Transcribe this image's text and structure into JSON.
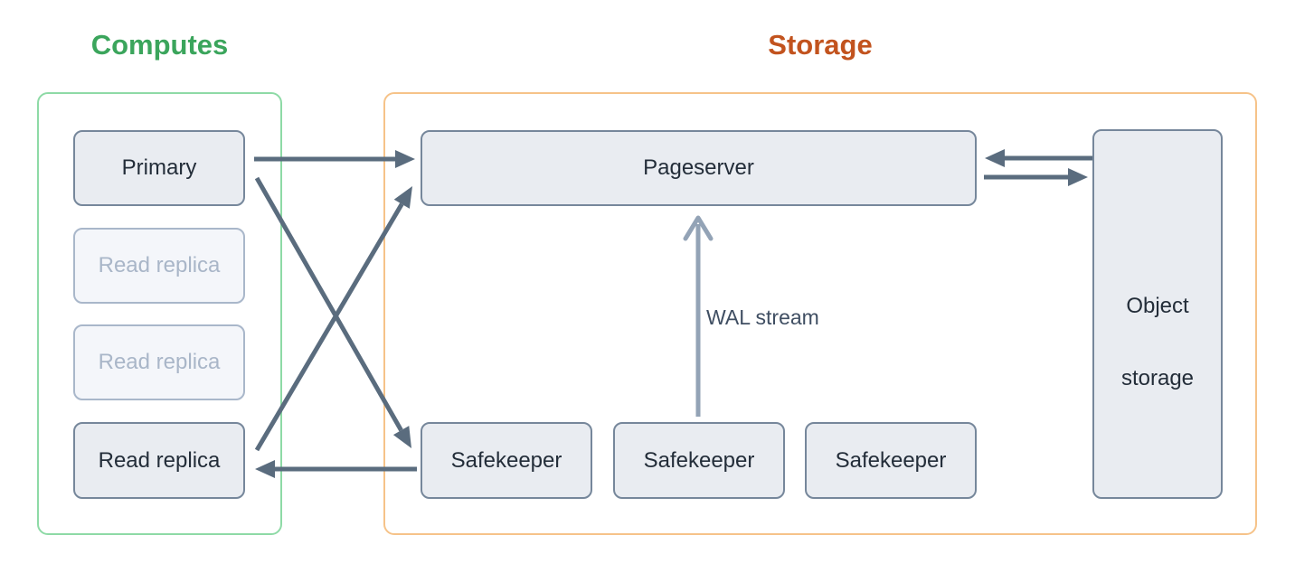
{
  "diagram": {
    "groups": [
      {
        "id": "computes",
        "label": "Computes"
      },
      {
        "id": "storage",
        "label": "Storage"
      }
    ],
    "nodes": [
      {
        "id": "primary",
        "label": "Primary",
        "group": "computes",
        "state": "active"
      },
      {
        "id": "read-replica-1",
        "label": "Read replica",
        "group": "computes",
        "state": "inactive"
      },
      {
        "id": "read-replica-2",
        "label": "Read replica",
        "group": "computes",
        "state": "inactive"
      },
      {
        "id": "read-replica-3",
        "label": "Read replica",
        "group": "computes",
        "state": "active"
      },
      {
        "id": "pageserver",
        "label": "Pageserver",
        "group": "storage",
        "state": "active"
      },
      {
        "id": "safekeeper-1",
        "label": "Safekeeper",
        "group": "storage",
        "state": "active"
      },
      {
        "id": "safekeeper-2",
        "label": "Safekeeper",
        "group": "storage",
        "state": "active"
      },
      {
        "id": "safekeeper-3",
        "label": "Safekeeper",
        "group": "storage",
        "state": "active"
      },
      {
        "id": "object-storage",
        "label_lines": [
          "Object",
          "storage"
        ],
        "group": "storage",
        "state": "active"
      }
    ],
    "edges": [
      {
        "from": "primary",
        "to": "pageserver"
      },
      {
        "from": "primary",
        "to": "safekeeper-1"
      },
      {
        "from": "read-replica-3",
        "to": "pageserver"
      },
      {
        "from": "safekeeper-1",
        "to": "read-replica-3"
      },
      {
        "from": "object-storage",
        "to": "pageserver"
      },
      {
        "from": "pageserver",
        "to": "object-storage"
      },
      {
        "from": "safekeeper-2",
        "to": "pageserver",
        "label": "WAL stream"
      }
    ],
    "colors": {
      "computes_accent": "#3ba55c",
      "computes_border": "#8edaa6",
      "storage_accent": "#c2531e",
      "storage_border": "#f6c389",
      "node_fill": "#e9ecf1",
      "node_border": "#76879b",
      "node_text": "#232d39",
      "node_inactive_fill": "#f4f6fa",
      "node_inactive_border": "#a9b7ca",
      "node_inactive_text": "#a9b6c8",
      "arrow": "#5a6c7e",
      "arrow_light": "#93a3b6",
      "edge_label_text": "#3f4e62"
    }
  }
}
